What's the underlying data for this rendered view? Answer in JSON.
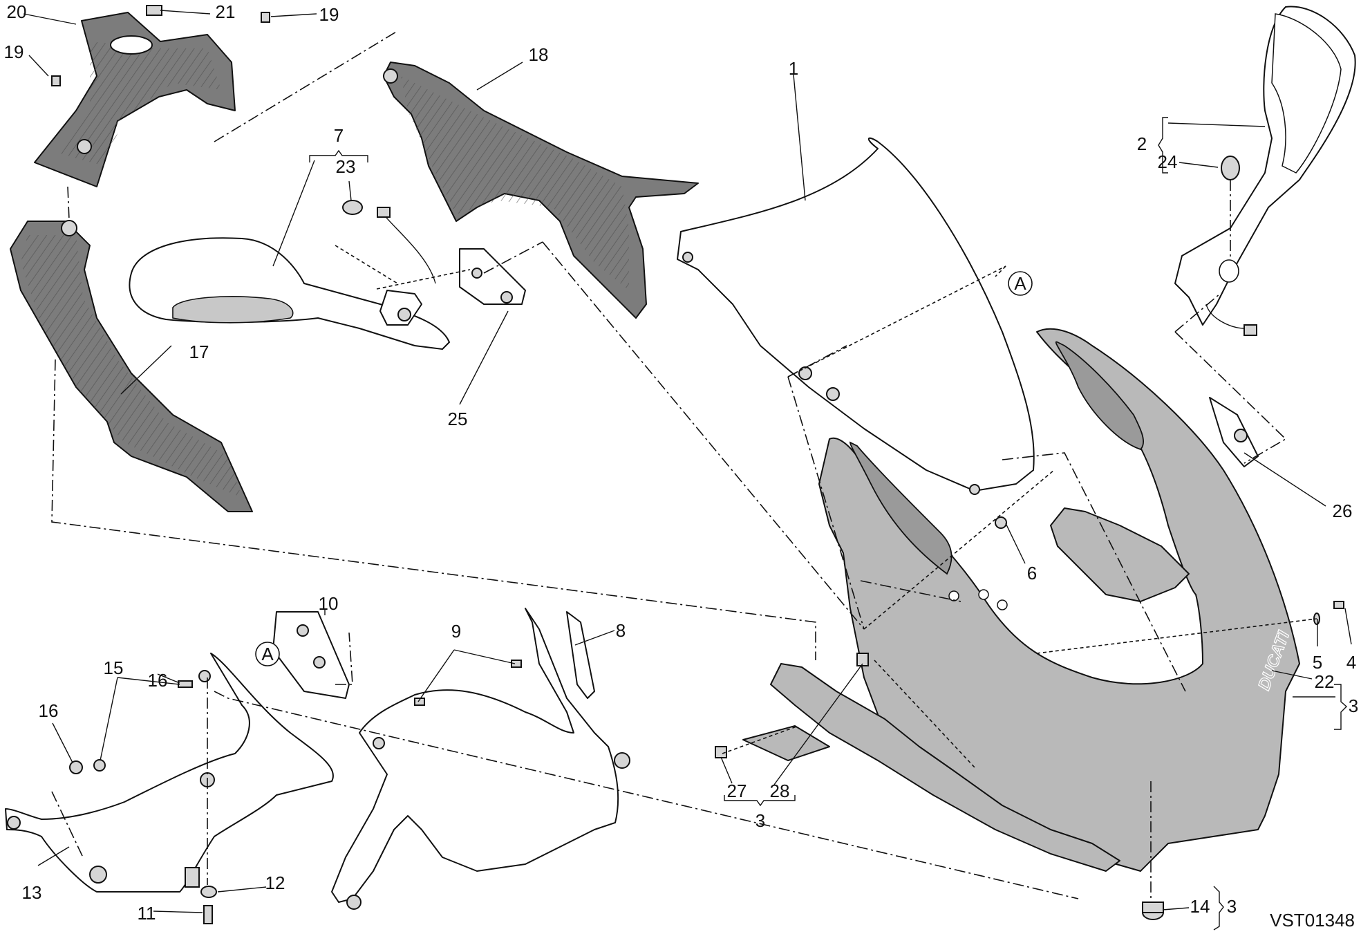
{
  "diagram": {
    "drawing_code": "VST01348",
    "callouts": [
      {
        "id": "c1",
        "text": "1"
      },
      {
        "id": "c2",
        "text": "2"
      },
      {
        "id": "c3a",
        "text": "3"
      },
      {
        "id": "c3b",
        "text": "3"
      },
      {
        "id": "c3c",
        "text": "3"
      },
      {
        "id": "c4",
        "text": "4"
      },
      {
        "id": "c5",
        "text": "5"
      },
      {
        "id": "c6",
        "text": "6"
      },
      {
        "id": "c7",
        "text": "7"
      },
      {
        "id": "c8",
        "text": "8"
      },
      {
        "id": "c9",
        "text": "9"
      },
      {
        "id": "c10",
        "text": "10"
      },
      {
        "id": "c11",
        "text": "11"
      },
      {
        "id": "c12",
        "text": "12"
      },
      {
        "id": "c13",
        "text": "13"
      },
      {
        "id": "c14",
        "text": "14"
      },
      {
        "id": "c15",
        "text": "15"
      },
      {
        "id": "c16a",
        "text": "16"
      },
      {
        "id": "c16b",
        "text": "16"
      },
      {
        "id": "c17",
        "text": "17"
      },
      {
        "id": "c18",
        "text": "18"
      },
      {
        "id": "c19a",
        "text": "19"
      },
      {
        "id": "c19b",
        "text": "19"
      },
      {
        "id": "c20",
        "text": "20"
      },
      {
        "id": "c21",
        "text": "21"
      },
      {
        "id": "c22",
        "text": "22"
      },
      {
        "id": "c23",
        "text": "23"
      },
      {
        "id": "c24",
        "text": "24"
      },
      {
        "id": "c25",
        "text": "25"
      },
      {
        "id": "c26",
        "text": "26"
      },
      {
        "id": "c27",
        "text": "27"
      },
      {
        "id": "c28",
        "text": "28"
      }
    ],
    "reference_markers": [
      {
        "id": "refA1",
        "text": "A"
      },
      {
        "id": "refA2",
        "text": "A"
      }
    ],
    "fairing_lettering": "DUCATI",
    "colors": {
      "dark_part": "#7c7c7c",
      "mid_part": "#b9b9b9",
      "line": "#111111",
      "background": "#ffffff"
    }
  }
}
